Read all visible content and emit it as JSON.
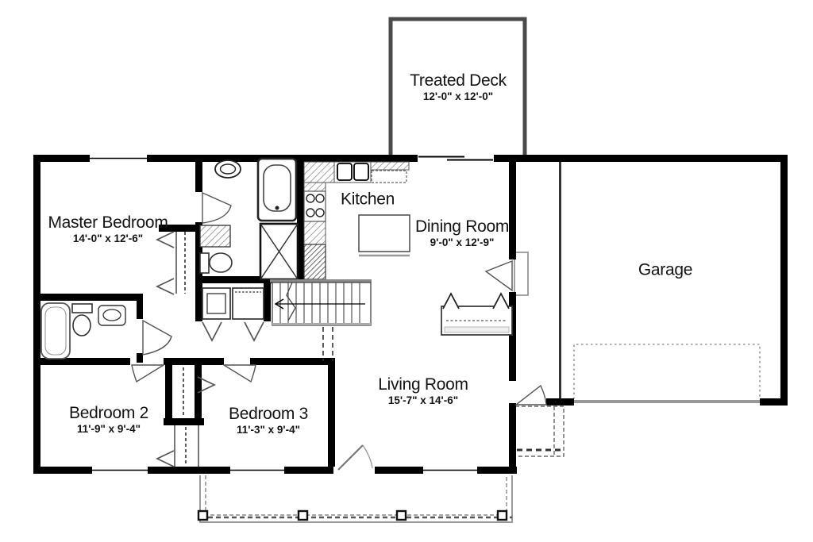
{
  "rooms": {
    "treated_deck": {
      "name": "Treated Deck",
      "dims": "12'-0\" x 12'-0\""
    },
    "master_bedroom": {
      "name": "Master Bedroom",
      "dims": "14'-0\" x 12'-6\""
    },
    "kitchen": {
      "name": "Kitchen",
      "dims": ""
    },
    "dining_room": {
      "name": "Dining Room",
      "dims": "9'-0\" x 12'-9\""
    },
    "garage": {
      "name": "Garage",
      "dims": ""
    },
    "living_room": {
      "name": "Living Room",
      "dims": "15'-7\" x 14'-6\""
    },
    "bedroom_2": {
      "name": "Bedroom 2",
      "dims": "11'-9\" x 9'-4\""
    },
    "bedroom_3": {
      "name": "Bedroom 3",
      "dims": "11'-3\" x 9'-4\""
    }
  },
  "colors": {
    "wall": "#000000",
    "background": "#ffffff",
    "deck_outline": "#4a4a4a",
    "porch_outline": "#999999",
    "garage_door": "#999999"
  }
}
